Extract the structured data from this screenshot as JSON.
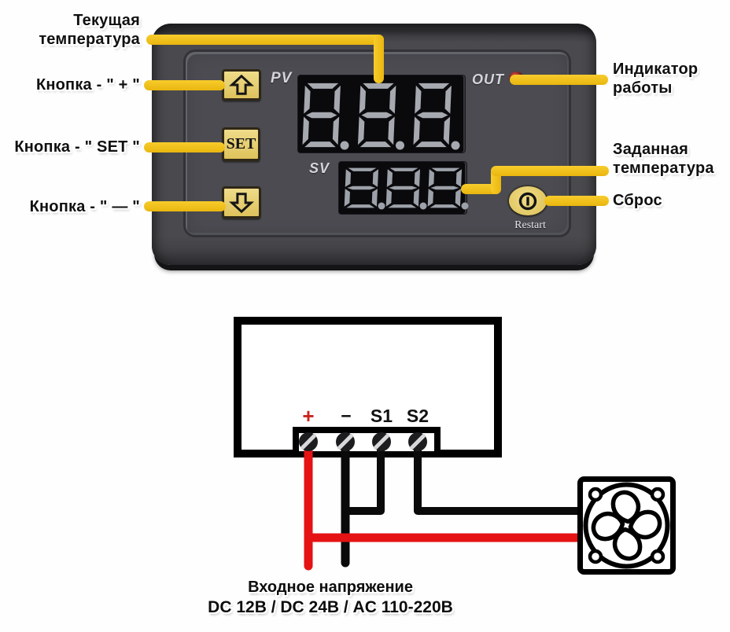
{
  "colors": {
    "callout_yellow": "#F3C315",
    "button_yellow": "#E7CF6E",
    "restart_yellow": "#E5C95C",
    "device_gray": "#4A4A4E",
    "display_bg": "#0A0A0D",
    "pv_segment": "#A6A9B0",
    "sv_segment": "#9DA1A9",
    "wire_red": "#E51313",
    "wire_black": "#0A0A0A",
    "plus_red": "#C9251F",
    "led_red": "#7E2622"
  },
  "device": {
    "pv_label": "PV",
    "sv_label": "SV",
    "out_label": "OUT",
    "set_label": "SET",
    "restart_label": "Restart",
    "pv_value": "888",
    "sv_value": "888"
  },
  "annotations": {
    "current_temp_line1": "Текущая",
    "current_temp_line2": "температура",
    "button_plus": "Кнопка - \" + \"",
    "button_set": "Кнопка - \" SET \"",
    "button_minus": "Кнопка - \" — \"",
    "indicator_line1": "Индикатор",
    "indicator_line2": "работы",
    "target_temp_line1": "Заданная",
    "target_temp_line2": "температура",
    "reset": "Сброс"
  },
  "wiring": {
    "terminals": [
      "+",
      "−",
      "S1",
      "S2"
    ],
    "caption_line1": "Входное напряжение",
    "caption_line2": "DC 12В / DC 24В / AC 110-220В"
  }
}
